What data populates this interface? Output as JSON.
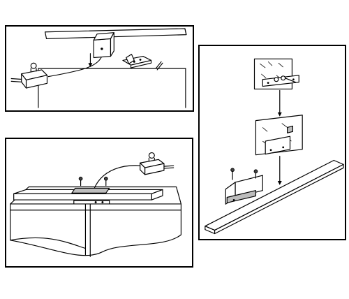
{
  "colors": {
    "line": "#000000",
    "background": "#ffffff",
    "shade": "#bdbdbd"
  },
  "panels": [
    {
      "name": "panel-top-left",
      "parts": [
        "light-bar",
        "junction-box",
        "cable",
        "transformer-box",
        "mounting-bracket",
        "cabinet-top"
      ]
    },
    {
      "name": "panel-bottom-left",
      "parts": [
        "light-bar",
        "mounting-plate",
        "screws",
        "cable",
        "transformer-box",
        "cabinet-doors"
      ]
    },
    {
      "name": "panel-right",
      "parts": [
        "bracket-on-wall-plate",
        "bracket-slid-into-plate",
        "light-bar-with-screws"
      ]
    }
  ]
}
